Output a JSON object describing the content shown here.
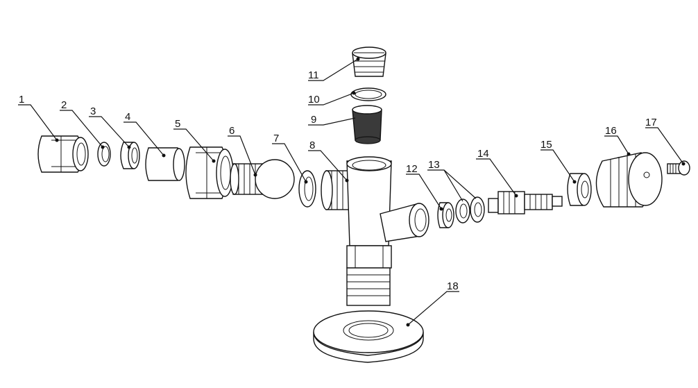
{
  "diagram": {
    "parts": [
      {
        "id": "1",
        "label": "1"
      },
      {
        "id": "2",
        "label": "2"
      },
      {
        "id": "3",
        "label": "3"
      },
      {
        "id": "4",
        "label": "4"
      },
      {
        "id": "5",
        "label": "5"
      },
      {
        "id": "6",
        "label": "6"
      },
      {
        "id": "7",
        "label": "7"
      },
      {
        "id": "8",
        "label": "8"
      },
      {
        "id": "9",
        "label": "9"
      },
      {
        "id": "10",
        "label": "10"
      },
      {
        "id": "11",
        "label": "11"
      },
      {
        "id": "12",
        "label": "12"
      },
      {
        "id": "13",
        "label": "13"
      },
      {
        "id": "14",
        "label": "14"
      },
      {
        "id": "15",
        "label": "15"
      },
      {
        "id": "16",
        "label": "16"
      },
      {
        "id": "17",
        "label": "17"
      },
      {
        "id": "18",
        "label": "18"
      }
    ]
  }
}
